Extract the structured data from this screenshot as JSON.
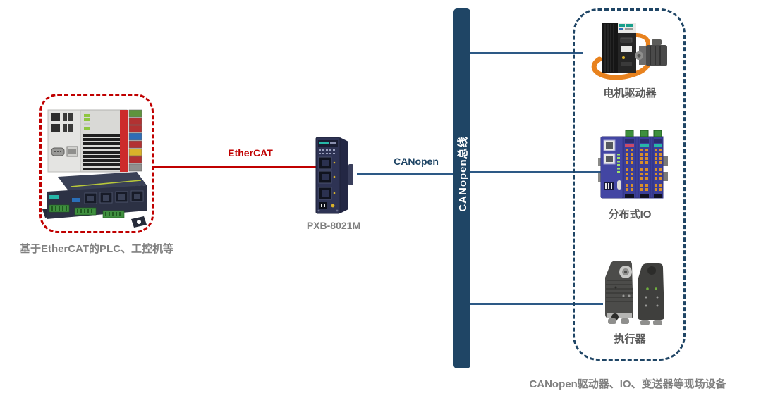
{
  "diagram": {
    "kind": "fieldbus-gateway-topology"
  },
  "groups": {
    "left": {
      "caption": "基于EtherCAT的PLC、工控机等",
      "border_color": "#c00000",
      "devices": [
        {
          "name": "ethercat-plc"
        },
        {
          "name": "industrial-box-pc"
        }
      ]
    },
    "right": {
      "caption": "CANopen驱动器、IO、变送器等现场设备",
      "border_color": "#1f4565",
      "devices": [
        {
          "label": "电机驱动器",
          "name": "servo-drive"
        },
        {
          "label": "分布式IO",
          "name": "distributed-io"
        },
        {
          "label": "执行器",
          "name": "actuator"
        }
      ]
    }
  },
  "gateway": {
    "model": "PXB-8021M"
  },
  "links": {
    "ethercat": {
      "label": "EtherCAT",
      "color": "#c00000"
    },
    "canopen": {
      "label": "CANopen",
      "color": "#1f4565"
    }
  },
  "bus": {
    "label": "CANopen总线",
    "color": "#1f4565"
  }
}
